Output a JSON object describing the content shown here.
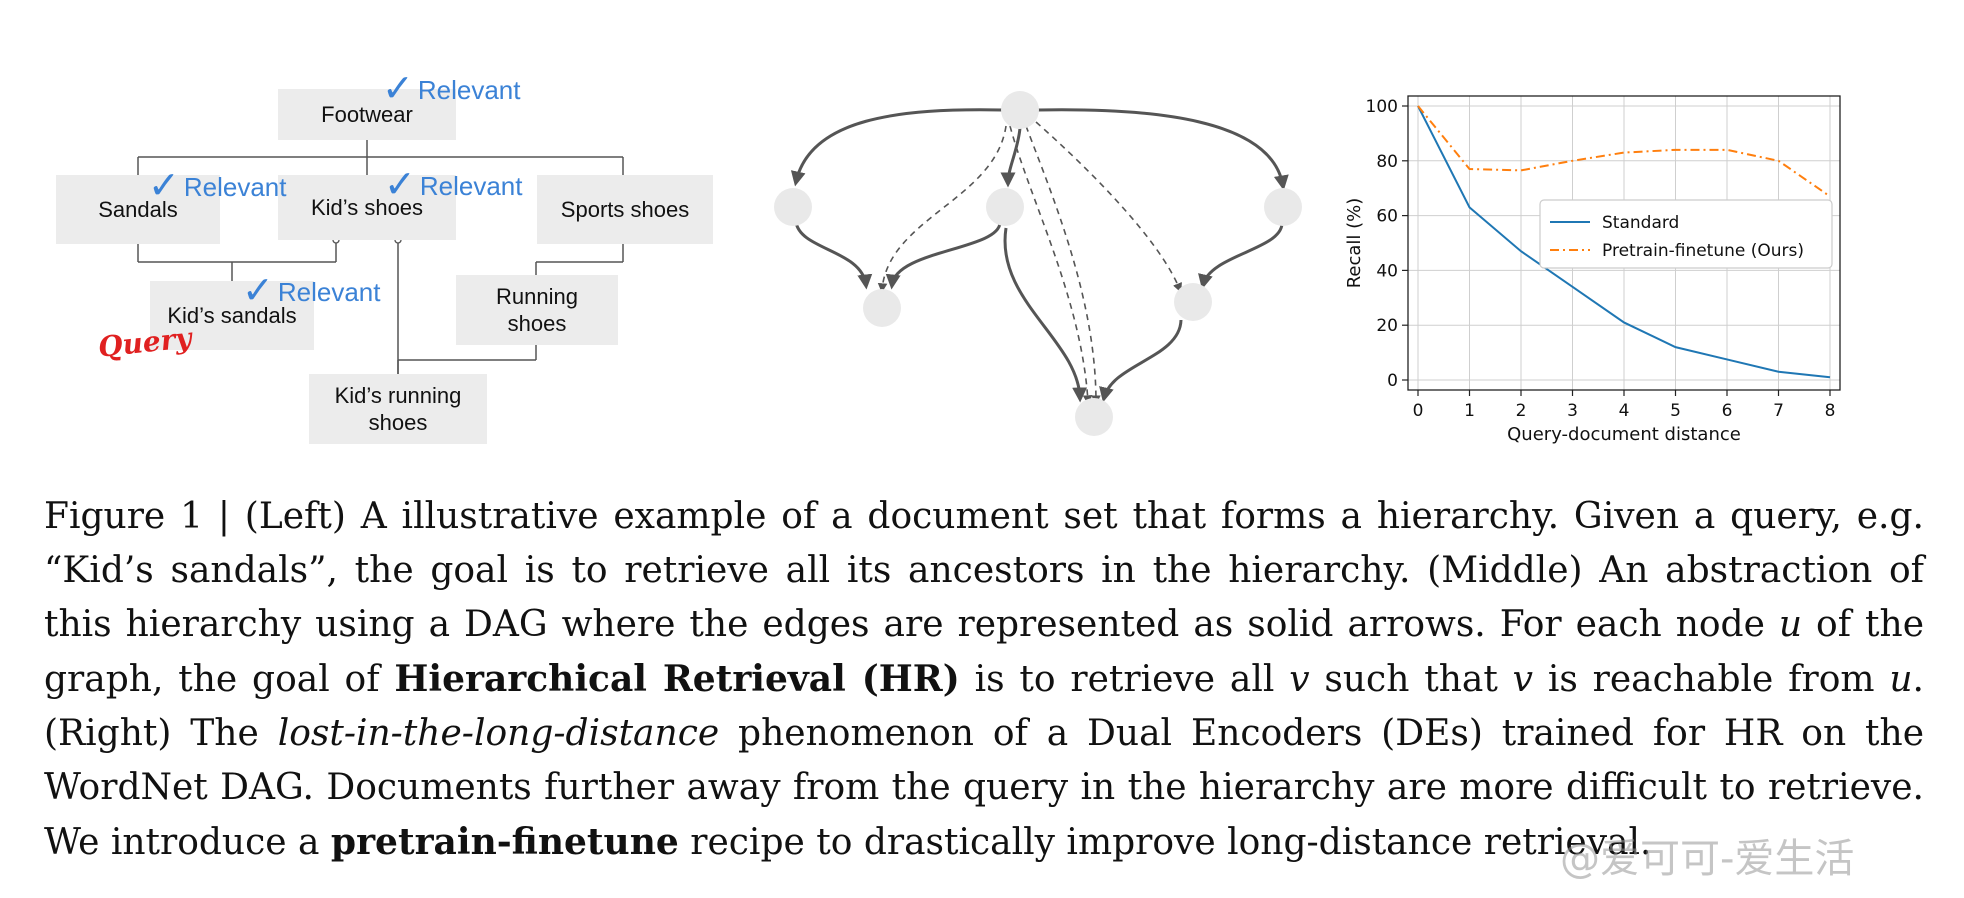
{
  "hierarchy": {
    "nodes": {
      "footwear": "Footwear",
      "sandals": "Sandals",
      "kids_shoes": "Kid’s shoes",
      "sports_shoes": "Sports shoes",
      "kids_sandals": "Kid’s sandals",
      "running_shoes": "Running\nshoes",
      "kids_running_shoes": "Kid’s running\nshoes"
    },
    "relevant_label": "Relevant",
    "check_mark": "✓",
    "query_label": "Query"
  },
  "chart_data": {
    "type": "line",
    "x": [
      0,
      1,
      2,
      3,
      4,
      5,
      6,
      7,
      8
    ],
    "xlabel": "Query-document distance",
    "ylabel": "Recall (%)",
    "xlim": [
      0,
      8
    ],
    "ylim": [
      0,
      100
    ],
    "xticks": [
      "0",
      "1",
      "2",
      "3",
      "4",
      "5",
      "6",
      "7",
      "8"
    ],
    "yticks": [
      "0",
      "20",
      "40",
      "60",
      "80",
      "100"
    ],
    "grid": true,
    "legend_position": "center-right",
    "series": [
      {
        "name": "Standard",
        "color": "#1f77b4",
        "style": "solid",
        "values": [
          100,
          63,
          47,
          34,
          21,
          12,
          7.5,
          3,
          1
        ]
      },
      {
        "name": "Pretrain-finetune (Ours)",
        "color": "#ff7f0e",
        "style": "dashdot",
        "values": [
          100,
          77,
          76.5,
          80,
          83,
          84,
          84,
          80,
          67
        ]
      }
    ]
  },
  "caption": {
    "line1": "Figure 1 | (Left) A illustrative example of a document set that forms a hierarchy. Given a query, e.g.",
    "line2": "“Kid’s sandals”, the goal is to retrieve all its ancestors in the hierarchy. (Middle) An abstraction of",
    "line3_a": "this hierarchy using a DAG where the edges are represented as solid arrows. For each node ",
    "line3_u": "u",
    "line3_b": " of the",
    "line4_a": "graph, the goal of ",
    "line4_bold": "Hierarchical Retrieval (HR)",
    "line4_b": " is to retrieve all ",
    "line4_v1": "v",
    "line4_c": " such that ",
    "line4_v2": "v",
    "line4_d": " is reachable from ",
    "line4_u": "u",
    "line4_e": ".",
    "line5_a": "(Right) The ",
    "line5_italic": "lost-in-the-long-distance",
    "line5_b": " phenomenon of a Dual Encoders (DEs) trained for HR on the",
    "line6": "WordNet DAG. Documents further away from the query in the hierarchy are more difficult to retrieve.",
    "line7_a": "We introduce a ",
    "line7_bold": "pretrain-finetune",
    "line7_b": " recipe to drastically improve long-distance retrieval."
  },
  "watermark": "@爱可可-爱生活"
}
